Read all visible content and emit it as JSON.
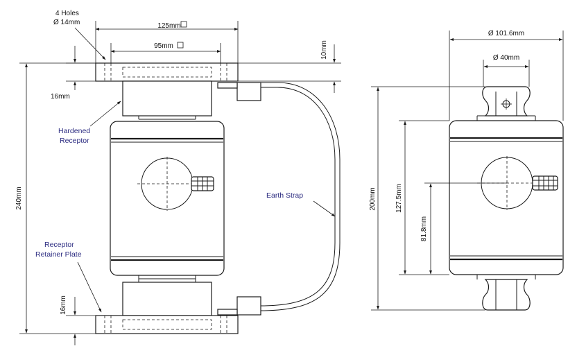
{
  "colors": {
    "line": "#1a1a1a",
    "label": "#2b2b80",
    "dimension": "#111111"
  },
  "side_view": {
    "holes_line1": "4 Holes",
    "holes_line2": "Ø 14mm",
    "width_top": "125mm",
    "width_inner": "95mm",
    "plate_thickness": "10mm",
    "receptor_height": "16mm",
    "receptor_height_bottom": "16mm",
    "overall_height": "240mm",
    "hardened_line1": "Hardened",
    "hardened_line2": "Receptor",
    "retainer_line1": "Receptor",
    "retainer_line2": "Retainer Plate",
    "earth_strap": "Earth Strap"
  },
  "front_view": {
    "diameter": "Ø 101.6mm",
    "inner_diameter": "Ø 40mm",
    "overall_height": "200mm",
    "body_height": "127.5mm",
    "center_height": "81.8mm"
  }
}
